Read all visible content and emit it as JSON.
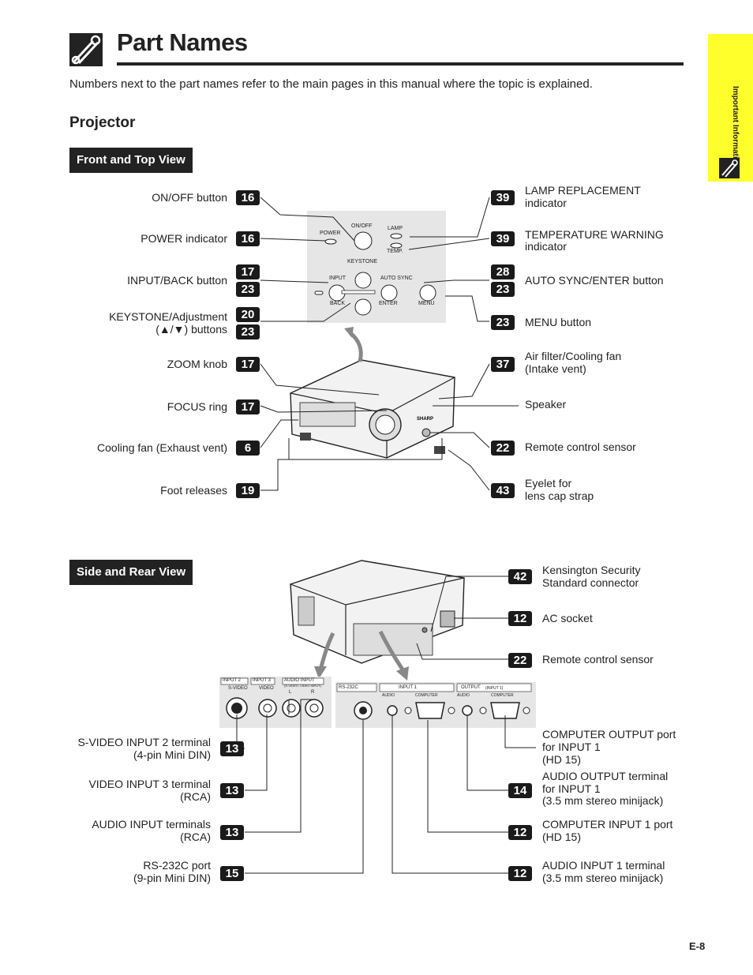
{
  "header": {
    "title": "Part Names",
    "intro": "Numbers next to the part names refer to the main pages in this manual where the topic is explained.",
    "section": "Projector"
  },
  "side_tab": {
    "text": "Important Information"
  },
  "front_view": {
    "heading": "Front and Top View",
    "panel": {
      "on_off": "ON/OFF",
      "power": "POWER",
      "lamp": "LAMP",
      "temp": "TEMP.",
      "keystone": "KEYSTONE",
      "input": "INPUT",
      "auto_sync": "AUTO SYNC",
      "back": "BACK",
      "enter": "ENTER",
      "menu": "MENU"
    },
    "left": [
      {
        "label": "ON/OFF button",
        "pages": [
          "16"
        ]
      },
      {
        "label": "POWER indicator",
        "pages": [
          "16"
        ]
      },
      {
        "label": "INPUT/BACK button",
        "pages": [
          "17",
          "23"
        ]
      },
      {
        "label": "KEYSTONE/Adjustment",
        "label2": "(▲/▼) buttons",
        "pages": [
          "20",
          "23"
        ]
      },
      {
        "label": "ZOOM knob",
        "pages": [
          "17"
        ]
      },
      {
        "label": "FOCUS ring",
        "pages": [
          "17"
        ]
      },
      {
        "label": "Cooling fan (Exhaust vent)",
        "pages": [
          "6"
        ]
      },
      {
        "label": "Foot releases",
        "pages": [
          "19"
        ]
      }
    ],
    "right": [
      {
        "label": "LAMP REPLACEMENT",
        "label2": "indicator",
        "pages": [
          "39"
        ]
      },
      {
        "label": "TEMPERATURE WARNING",
        "label2": "indicator",
        "pages": [
          "39"
        ]
      },
      {
        "label": "AUTO SYNC/ENTER button",
        "pages": [
          "28",
          "23"
        ]
      },
      {
        "label": "MENU button",
        "pages": [
          "23"
        ]
      },
      {
        "label": "Air filter/Cooling fan",
        "label2": "(Intake vent)",
        "pages": [
          "37"
        ]
      },
      {
        "label": "Speaker",
        "pages": []
      },
      {
        "label": "Remote control sensor",
        "pages": [
          "22"
        ]
      },
      {
        "label": "Eyelet for",
        "label2": "lens cap strap",
        "pages": [
          "43"
        ]
      }
    ]
  },
  "side_view": {
    "heading": "Side and Rear View",
    "brand": "SHARP",
    "panel": {
      "input2": "INPUT 2",
      "svideo": "S-VIDEO",
      "input3": "INPUT 3",
      "video": "VIDEO",
      "audio_input": "AUDIO INPUT",
      "audio_input_sub": "(S-VIDEO, VIDEO INPUT)",
      "l": "L",
      "r": "R",
      "rs232c": "RS-232C",
      "input1": "INPUT 1",
      "audio": "AUDIO",
      "computer": "COMPUTER",
      "output": "OUTPUT",
      "output_sub": "(INPUT 1)"
    },
    "right": [
      {
        "label": "Kensington Security",
        "label2": "Standard connector",
        "pages": [
          "42"
        ]
      },
      {
        "label": "AC socket",
        "pages": [
          "12"
        ]
      },
      {
        "label": "Remote control sensor",
        "pages": [
          "22"
        ]
      },
      {
        "label": "COMPUTER OUTPUT port",
        "label2": "for INPUT 1",
        "label3": "(HD 15)",
        "pages": []
      },
      {
        "label": "AUDIO OUTPUT terminal",
        "label2": "for INPUT 1",
        "label3": "(3.5 mm stereo minijack)",
        "pages": [
          "14"
        ]
      },
      {
        "label": "COMPUTER INPUT 1 port",
        "label2": "(HD 15)",
        "pages": [
          "12"
        ]
      },
      {
        "label": "AUDIO INPUT 1 terminal",
        "label2": "(3.5 mm stereo minijack)",
        "pages": [
          "12"
        ]
      }
    ],
    "left": [
      {
        "label": "S-VIDEO INPUT 2 terminal",
        "label2": "(4-pin Mini DIN)",
        "pages": [
          "13"
        ]
      },
      {
        "label": "VIDEO INPUT 3 terminal",
        "label2": "(RCA)",
        "pages": [
          "13"
        ]
      },
      {
        "label": "AUDIO INPUT terminals",
        "label2": "(RCA)",
        "pages": [
          "13"
        ]
      },
      {
        "label": "RS-232C port",
        "label2": "(9-pin Mini DIN)",
        "pages": [
          "15"
        ]
      }
    ]
  },
  "footer": {
    "page": "E-8"
  }
}
